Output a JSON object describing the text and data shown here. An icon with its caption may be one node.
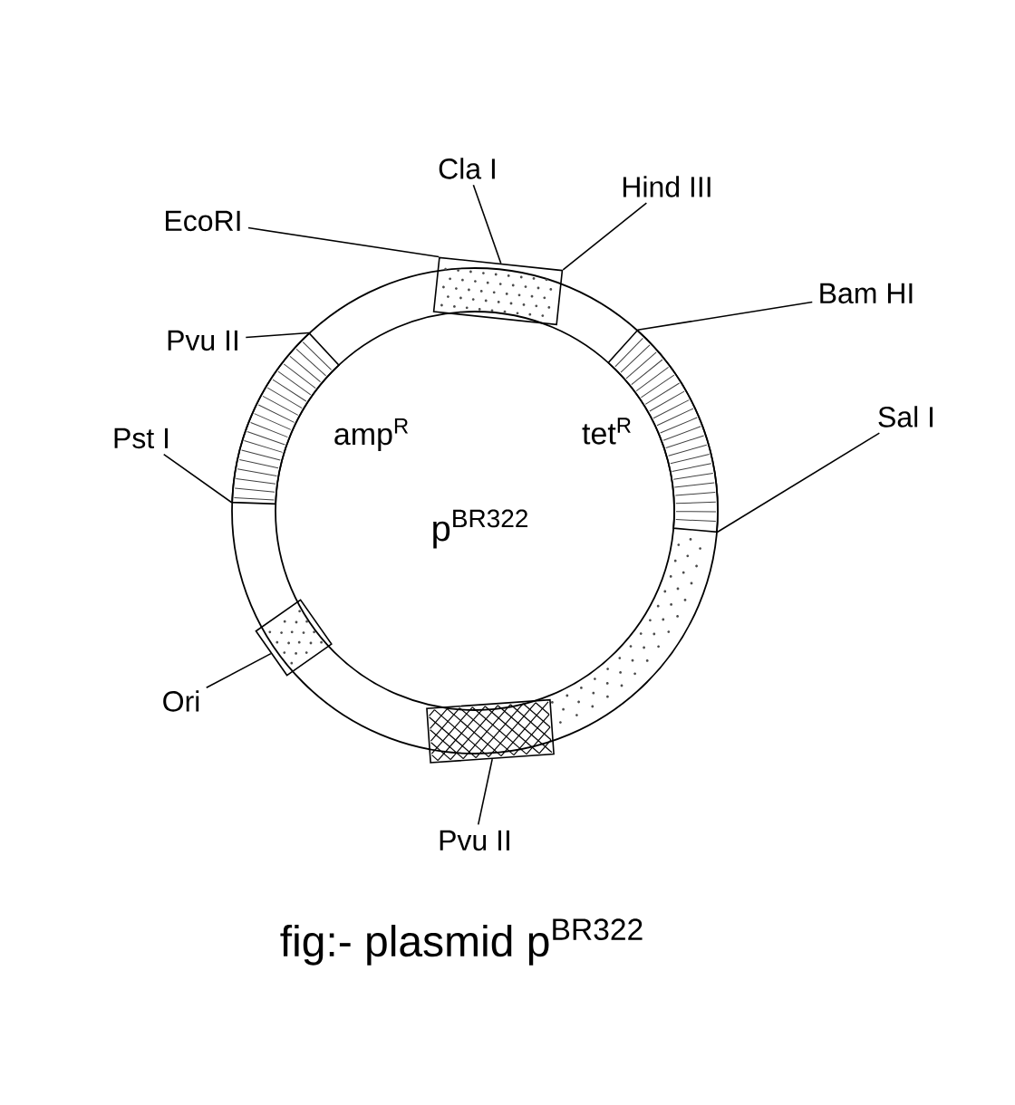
{
  "diagram": {
    "caption": "fig:- plasmid p$^{BR322}$",
    "nodes": [
      {
        "text": [
          "amp$^{R}$",
          "tet$^{R}$",
          "p$^{BR322}$"
        ]
      },
      {
        "text": [],
        "shape": "box",
        "in": 0
      },
      {
        "text": [],
        "shape": "bar",
        "in": 0
      },
      {
        "text": [],
        "shape": "bar",
        "in": 0
      },
      {
        "text": [],
        "shape": "box",
        "in": 0
      },
      {
        "text": [],
        "shape": "box",
        "in": 0
      },
      {
        "text": [
          "EcoRI"
        ]
      },
      {
        "text": [
          "Cla I"
        ]
      },
      {
        "text": [
          "Hind III"
        ]
      },
      {
        "text": [
          "Bam HI"
        ]
      },
      {
        "text": [
          "Pvu II"
        ]
      },
      {
        "text": [
          "Pst I"
        ]
      },
      {
        "text": [
          "Sal I"
        ]
      },
      {
        "text": [
          "Ori"
        ]
      },
      {
        "text": [
          "Pvu II"
        ]
      }
    ],
    "edges": [
      {
        "from": 6,
        "to": 1,
        "arrow": "none"
      },
      {
        "from": 7,
        "to": 1,
        "arrow": "none"
      },
      {
        "from": 8,
        "to": 1,
        "arrow": "none"
      },
      {
        "from": 9,
        "to": 3,
        "arrow": "none"
      },
      {
        "from": 10,
        "to": 2,
        "arrow": "none"
      },
      {
        "from": 11,
        "to": 2,
        "arrow": "none"
      },
      {
        "from": 12,
        "to": 3,
        "arrow": "none"
      },
      {
        "from": 13,
        "to": 4,
        "arrow": "none"
      },
      {
        "from": 14,
        "to": 5,
        "arrow": "none"
      }
    ]
  }
}
